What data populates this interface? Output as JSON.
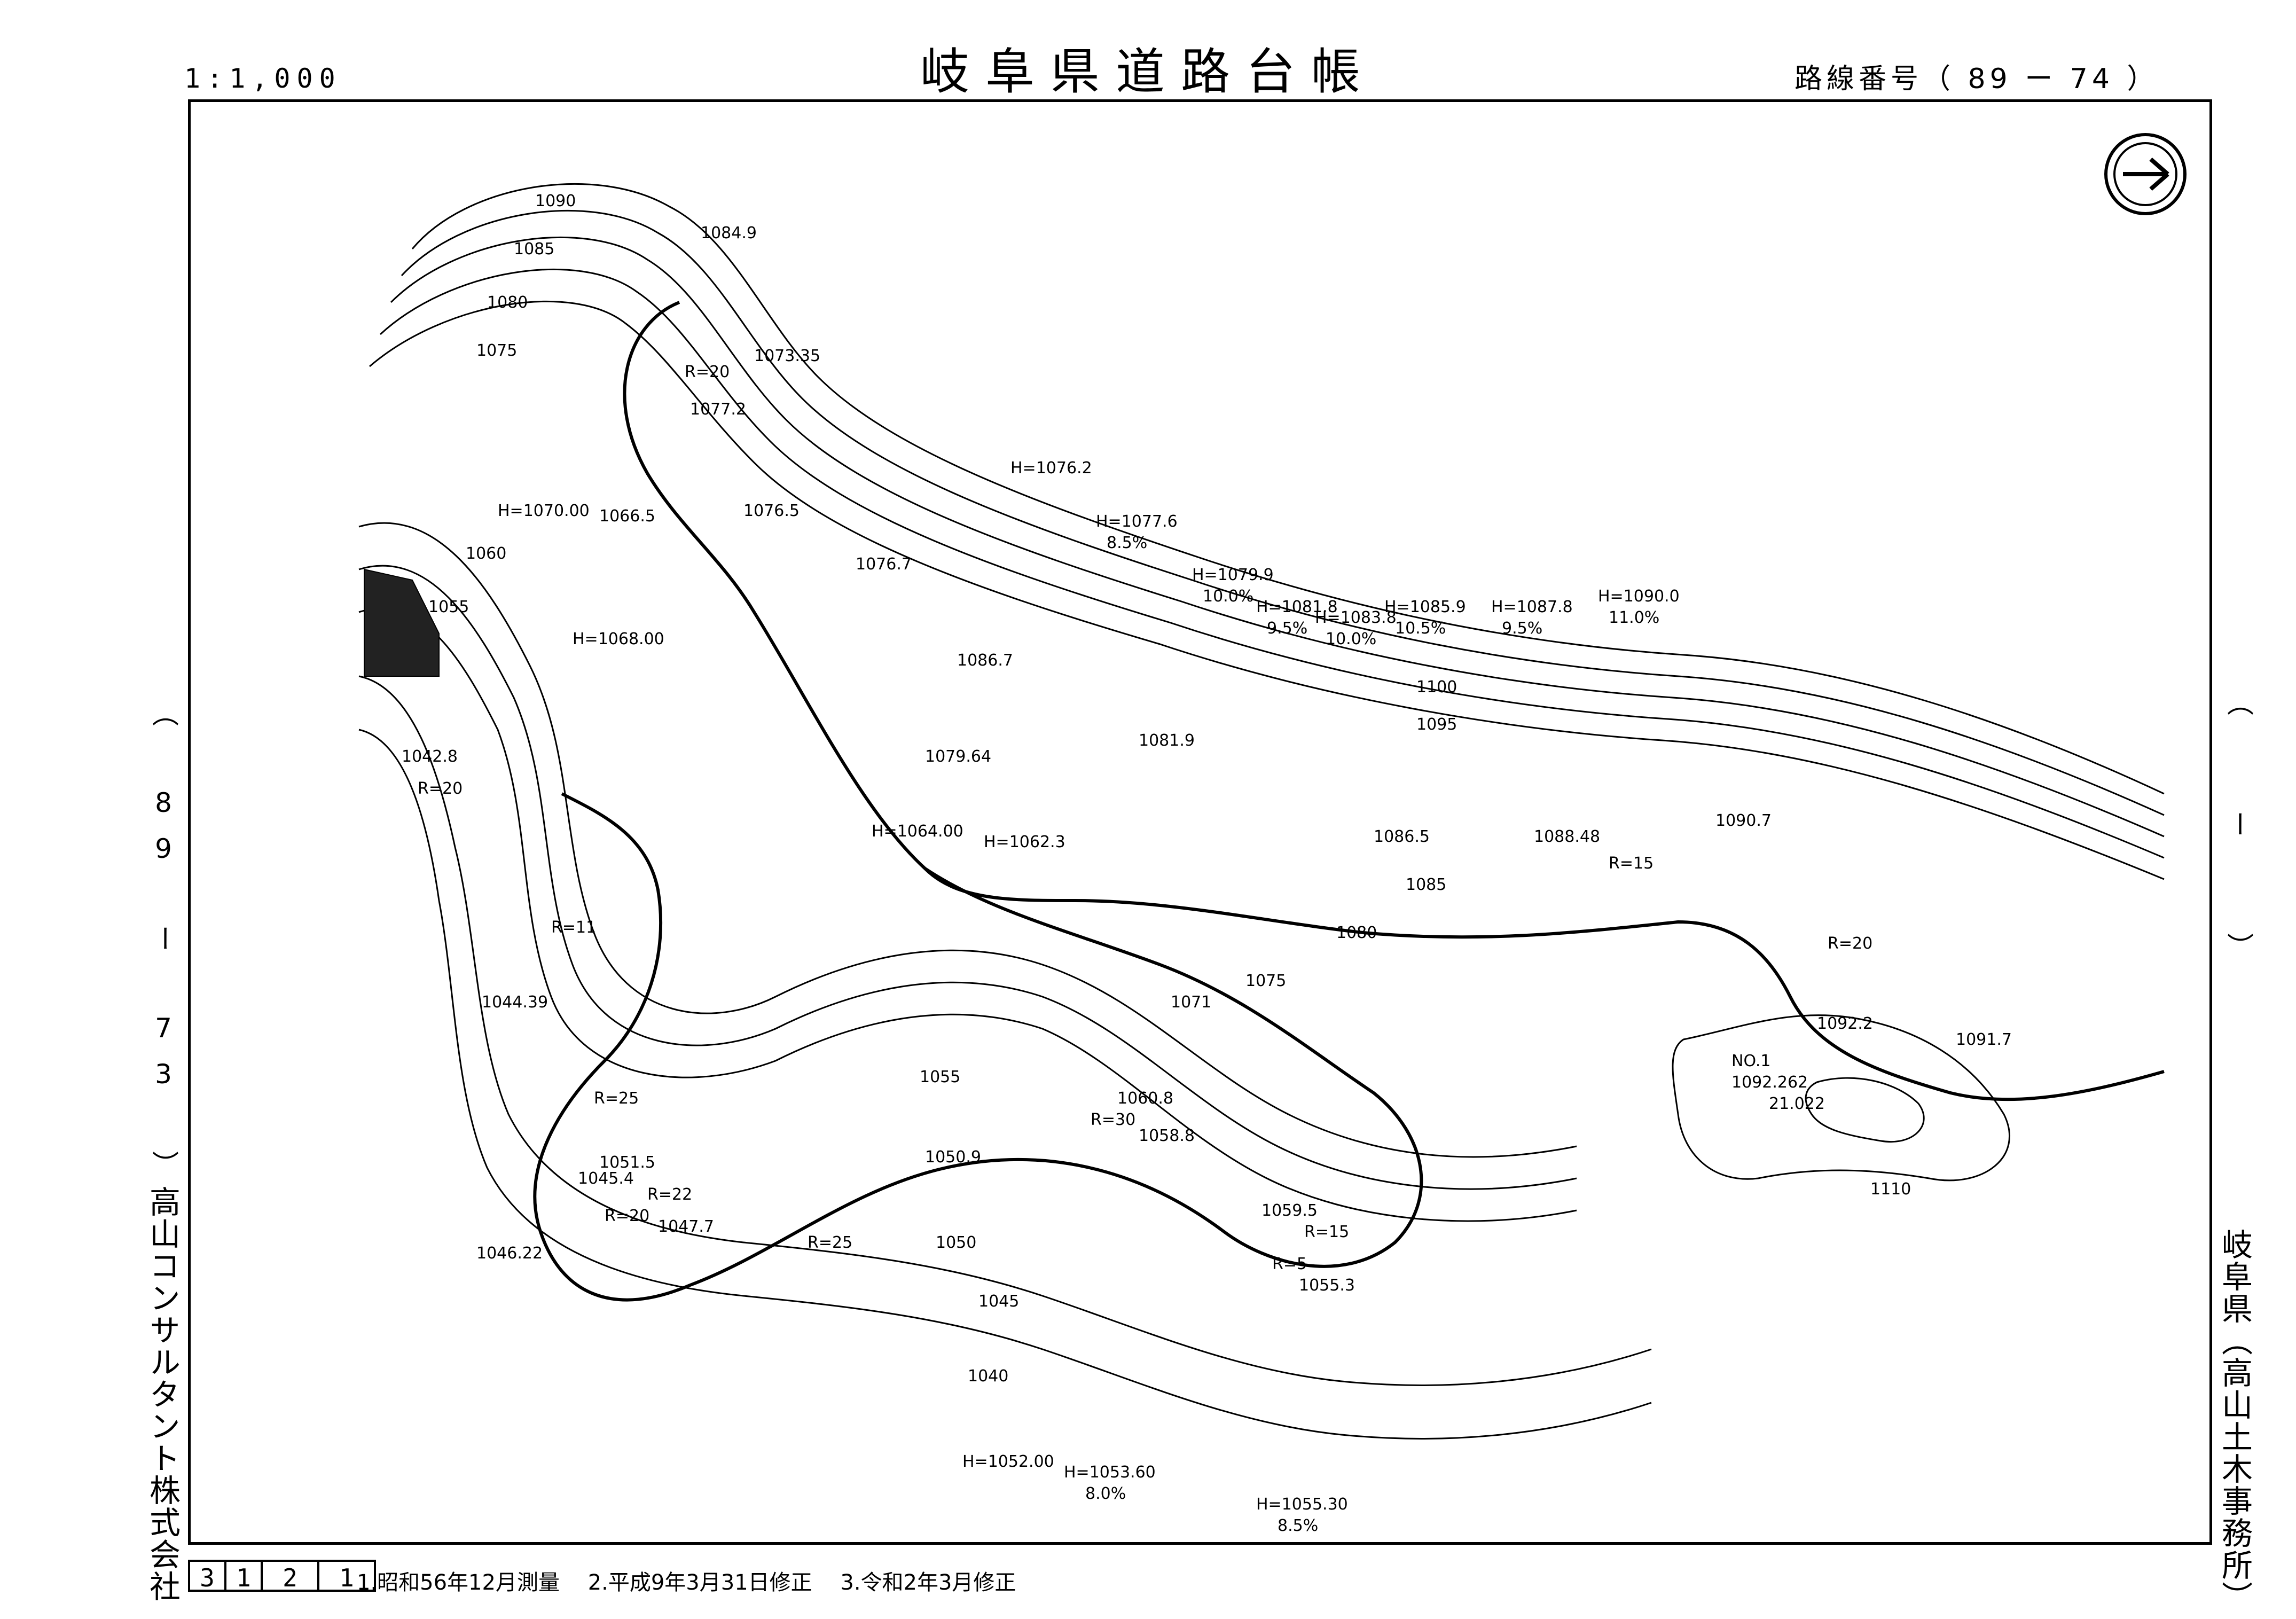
{
  "header": {
    "title": "岐阜県道路台帳",
    "scale": "1:1,000",
    "route_number": "路線番号（ 89 ー 74 ）"
  },
  "margins": {
    "left_adjacent_route": "（ 89 ー 73 ）",
    "right_adjacent_route": "（ ー ）",
    "company": "高山コンサルタント株式会社",
    "office": "岐阜県（高山土木事務所）"
  },
  "footer": {
    "sheet_cells": [
      "3",
      "1",
      "2",
      "1"
    ],
    "history": [
      "1.昭和56年12月測量",
      "2.平成9年3月31日修正",
      "3.令和2年3月修正"
    ]
  },
  "map": {
    "north_arrow": "north-arrow-icon",
    "contour_labels": [
      "1090",
      "1085",
      "1080",
      "1075",
      "1060",
      "1055",
      "1100",
      "1095",
      "1085",
      "1080",
      "1075",
      "1071",
      "1055",
      "1050",
      "1045",
      "1040",
      "1110"
    ],
    "spot_heights": [
      "1084.9",
      "1073.35",
      "1077.2",
      "1076.5",
      "1066.5",
      "1076.7",
      "1086.7",
      "1081.9",
      "1079.64",
      "1086.5",
      "1088.48",
      "1090.7",
      "1092.2",
      "1091.7",
      "1042.8",
      "1044.39",
      "1060.8",
      "1058.8",
      "1051.5",
      "1045.4",
      "1047.7",
      "1046.22",
      "1050.9",
      "1059.5",
      "1055.3"
    ],
    "profile_callouts": [
      {
        "h": "H=1076.2",
        "g": ""
      },
      {
        "h": "H=1077.6",
        "g": "8.5%"
      },
      {
        "h": "H=1079.9",
        "g": "10.0%"
      },
      {
        "h": "H=1081.8",
        "g": "9.5%"
      },
      {
        "h": "H=1083.8",
        "g": "10.0%"
      },
      {
        "h": "H=1085.9",
        "g": "10.5%"
      },
      {
        "h": "H=1087.8",
        "g": "9.5%"
      },
      {
        "h": "H=1090.0",
        "g": "11.0%"
      },
      {
        "h": "H=1070.00",
        "g": ""
      },
      {
        "h": "H=1068.00",
        "g": ""
      },
      {
        "h": "H=1064.00",
        "g": ""
      },
      {
        "h": "H=1062.3",
        "g": ""
      },
      {
        "h": "H=1052.00",
        "g": ""
      },
      {
        "h": "H=1053.60",
        "g": "8.0%"
      },
      {
        "h": "H=1055.30",
        "g": "8.5%"
      }
    ],
    "curve_radii": [
      "R=20",
      "R=20",
      "R=11",
      "R=25",
      "R=20",
      "R=22",
      "R=25",
      "R=30",
      "R=15",
      "R=5",
      "R=15",
      "R=20"
    ],
    "station": {
      "label": "NO.1",
      "value": "1092.262",
      "sub": "21.022"
    }
  }
}
